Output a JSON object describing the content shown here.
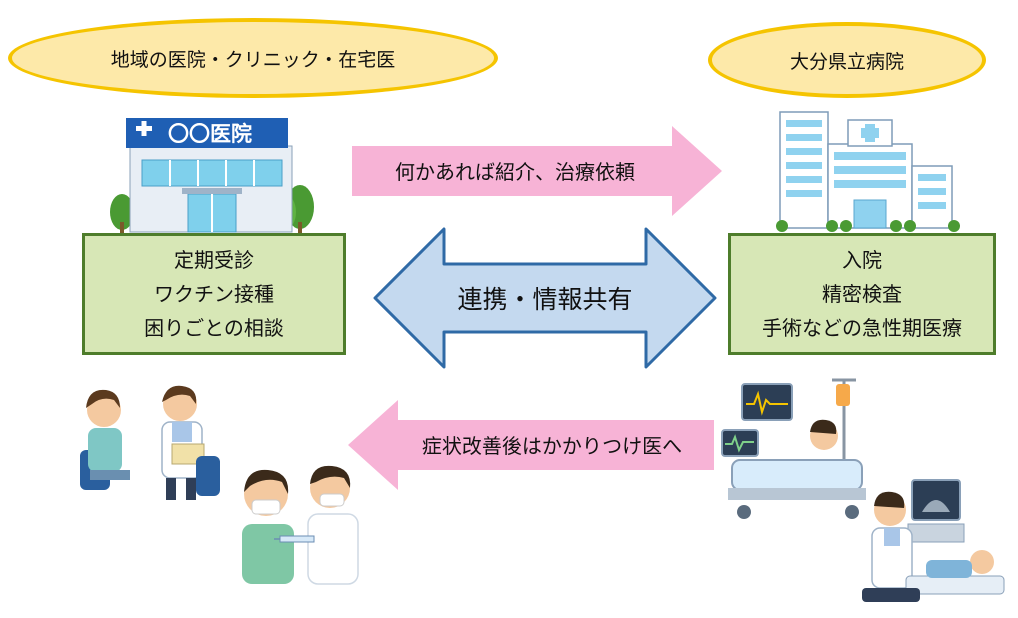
{
  "left": {
    "title": "地域の医院・クリニック・在宅医",
    "clinic_sign": "〇〇医院",
    "roles": [
      "定期受診",
      "ワクチン接種",
      "困りごとの相談"
    ]
  },
  "right": {
    "title": "大分県立病院",
    "roles": [
      "入院",
      "精密検査",
      "手術などの急性期医療"
    ]
  },
  "arrows": {
    "refer": "何かあれば紹介、治療依頼",
    "collab": "連携・情報共有",
    "return": "症状改善後はかかりつけ医へ"
  },
  "colors": {
    "ellipse_fill": "#fde9a9",
    "ellipse_border": "#f5c400",
    "box_fill": "#d7e7b6",
    "box_border": "#4e7d2b",
    "pink_arrow": "#f7b3d6",
    "blue_arrow": "#c4d9ef",
    "blue_arrow_border": "#2f6aa6",
    "clinic_sign": "#1f5fb4"
  }
}
